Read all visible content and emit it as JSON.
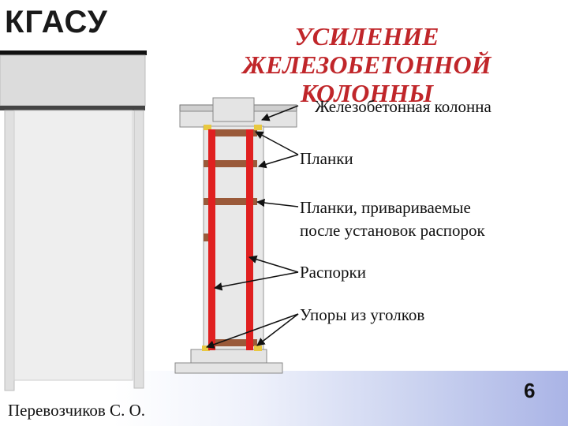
{
  "header": {
    "logo": "КГАСУ",
    "title_lines": [
      "УСИЛЕНИЕ",
      "ЖЕЛЕЗОБЕТОННОЙ",
      "КОЛОННЫ"
    ]
  },
  "labels": {
    "column": "Железобетонная колонна",
    "strips": "Планки",
    "welded_strips_line1": "Планки, привариваемые",
    "welded_strips_line2": "после установок распорок",
    "struts": "Распорки",
    "angle_stops": "Упоры из уголков"
  },
  "footer": {
    "author": "Перевозчиков С. О.",
    "page_number": "6"
  },
  "colors": {
    "title": "#c0262a",
    "strut_red": "#e02020",
    "strip_brown": "#9a5a3a",
    "angle_yellow": "#e8c840",
    "concrete": "#e4e4e4",
    "bg_gradient_end": "#aab4e6"
  }
}
